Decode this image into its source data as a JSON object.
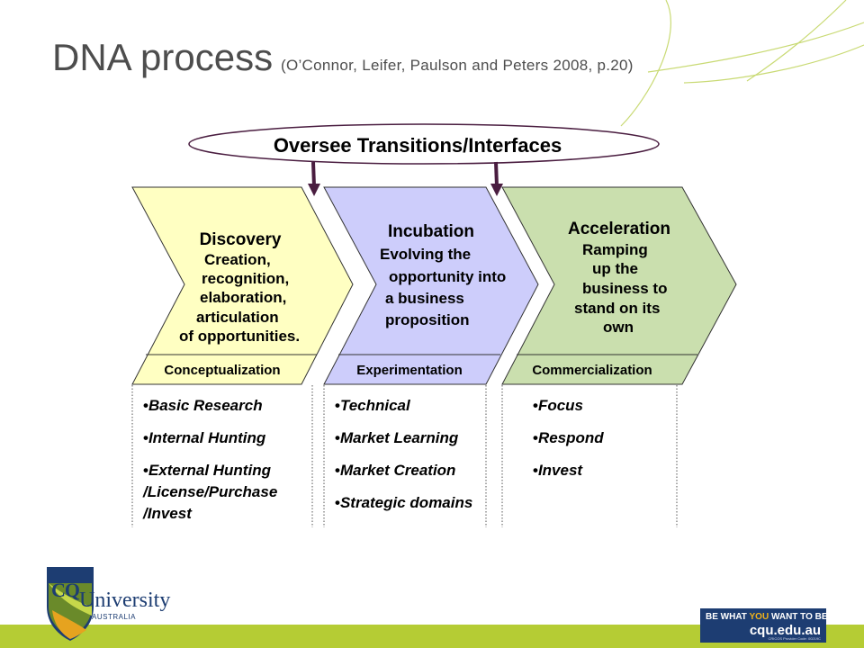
{
  "slide": {
    "title": "DNA process",
    "citation": "(O’Connor, Leifer, Paulson and Peters 2008, p.20)"
  },
  "diagram": {
    "oversee_label": "Oversee Transitions/Interfaces",
    "stages": [
      {
        "heading": "Discovery",
        "desc_lines": [
          "Creation,",
          "recognition,",
          "elaboration,",
          "articulation",
          "of opportunities."
        ],
        "phase": "Conceptualization",
        "color": "#ffffc2",
        "bullets": [
          "Basic Research",
          "Internal Hunting",
          "External Hunting",
          "/License/Purchase",
          "/Invest"
        ]
      },
      {
        "heading": "Incubation",
        "desc_lines": [
          "Evolving the",
          "opportunity into",
          "a business",
          "proposition"
        ],
        "phase": "Experimentation",
        "color": "#cdcdfb",
        "bullets": [
          "Technical",
          "Market Learning",
          "Market Creation",
          "Strategic domains"
        ]
      },
      {
        "heading": "Acceleration",
        "desc_lines": [
          "Ramping",
          "up the",
          "business to",
          "stand on its",
          "own"
        ],
        "phase": "Commercialization",
        "color": "#cadfae",
        "bullets": [
          "Focus",
          "Respond",
          "Invest"
        ]
      }
    ]
  },
  "footer": {
    "logo_cq": "CQ",
    "logo_name": "University",
    "logo_sub": "AUSTRALIA",
    "slogan_pre": "BE WHAT ",
    "slogan_you": "YOU",
    "slogan_post": " WANT TO BE",
    "site": "cqu.edu.au",
    "provider": "CRICOS Provider Code: 00219C"
  },
  "colors": {
    "title": "#4d4d4d",
    "footer_bar": "#b5cc34",
    "brand_navy": "#1d3d72",
    "arrow": "#4a1d40"
  }
}
